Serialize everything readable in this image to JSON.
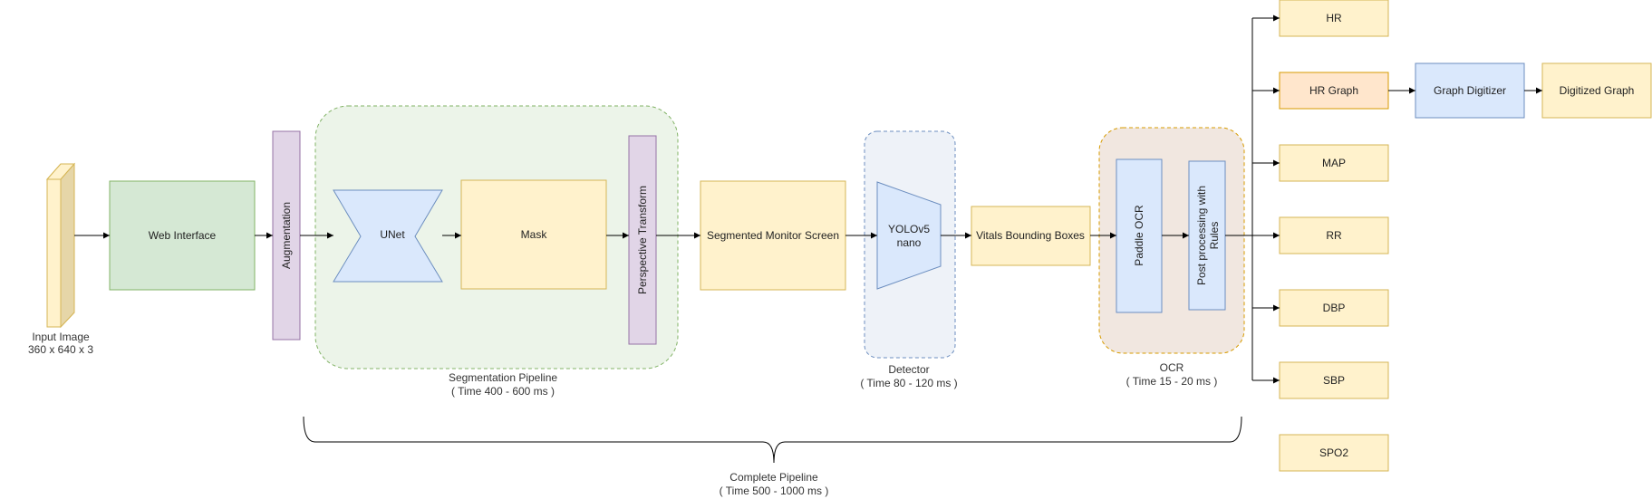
{
  "diagram": {
    "input_image": {
      "label": "Input Image",
      "size": "360 x 640 x 3"
    },
    "web_interface": "Web Interface",
    "augmentation": "Augmentation",
    "segmentation_pipeline": {
      "unet": "UNet",
      "mask": "Mask",
      "perspective_transform": "Perspective Transform",
      "caption": "Segmentation Pipeline",
      "time": "( Time 400 - 600 ms )"
    },
    "segmented_monitor_screen": "Segmented Monitor Screen",
    "detector": {
      "model_line1": "YOLOv5",
      "model_line2": "nano",
      "caption": "Detector",
      "time": "( Time 80 - 120 ms )"
    },
    "vitals_bounding_boxes": "Vitals Bounding Boxes",
    "ocr": {
      "paddle_ocr": "Paddle OCR",
      "post_line1": "Post processing with",
      "post_line2": "Rules",
      "caption": "OCR",
      "time": "( Time 15 - 20 ms )"
    },
    "outputs": {
      "hr": "HR",
      "hr_graph": "HR Graph",
      "map": "MAP",
      "rr": "RR",
      "dbp": "DBP",
      "sbp": "SBP",
      "spo2": "SPO2"
    },
    "graph_digitizer": "Graph Digitizer",
    "digitized_graph": "Digitized Graph",
    "complete_pipeline": {
      "caption": "Complete Pipeline",
      "time": "( Time 500 - 1000 ms )"
    }
  },
  "colors": {
    "green_fill": "#d5e8d4",
    "green_stroke": "#82b366",
    "purple_fill": "#e1d5e7",
    "purple_stroke": "#9673a6",
    "blue_fill": "#dae8fc",
    "blue_stroke": "#6c8ebf",
    "yellow_fill": "#fff2cc",
    "yellow_stroke": "#d6b656",
    "orange_fill": "#ffe6cc",
    "orange_stroke": "#d79b00",
    "seg_bg": "#ecf4e9",
    "det_bg": "#eef2f8",
    "ocr_bg": "#f1e7e0"
  }
}
